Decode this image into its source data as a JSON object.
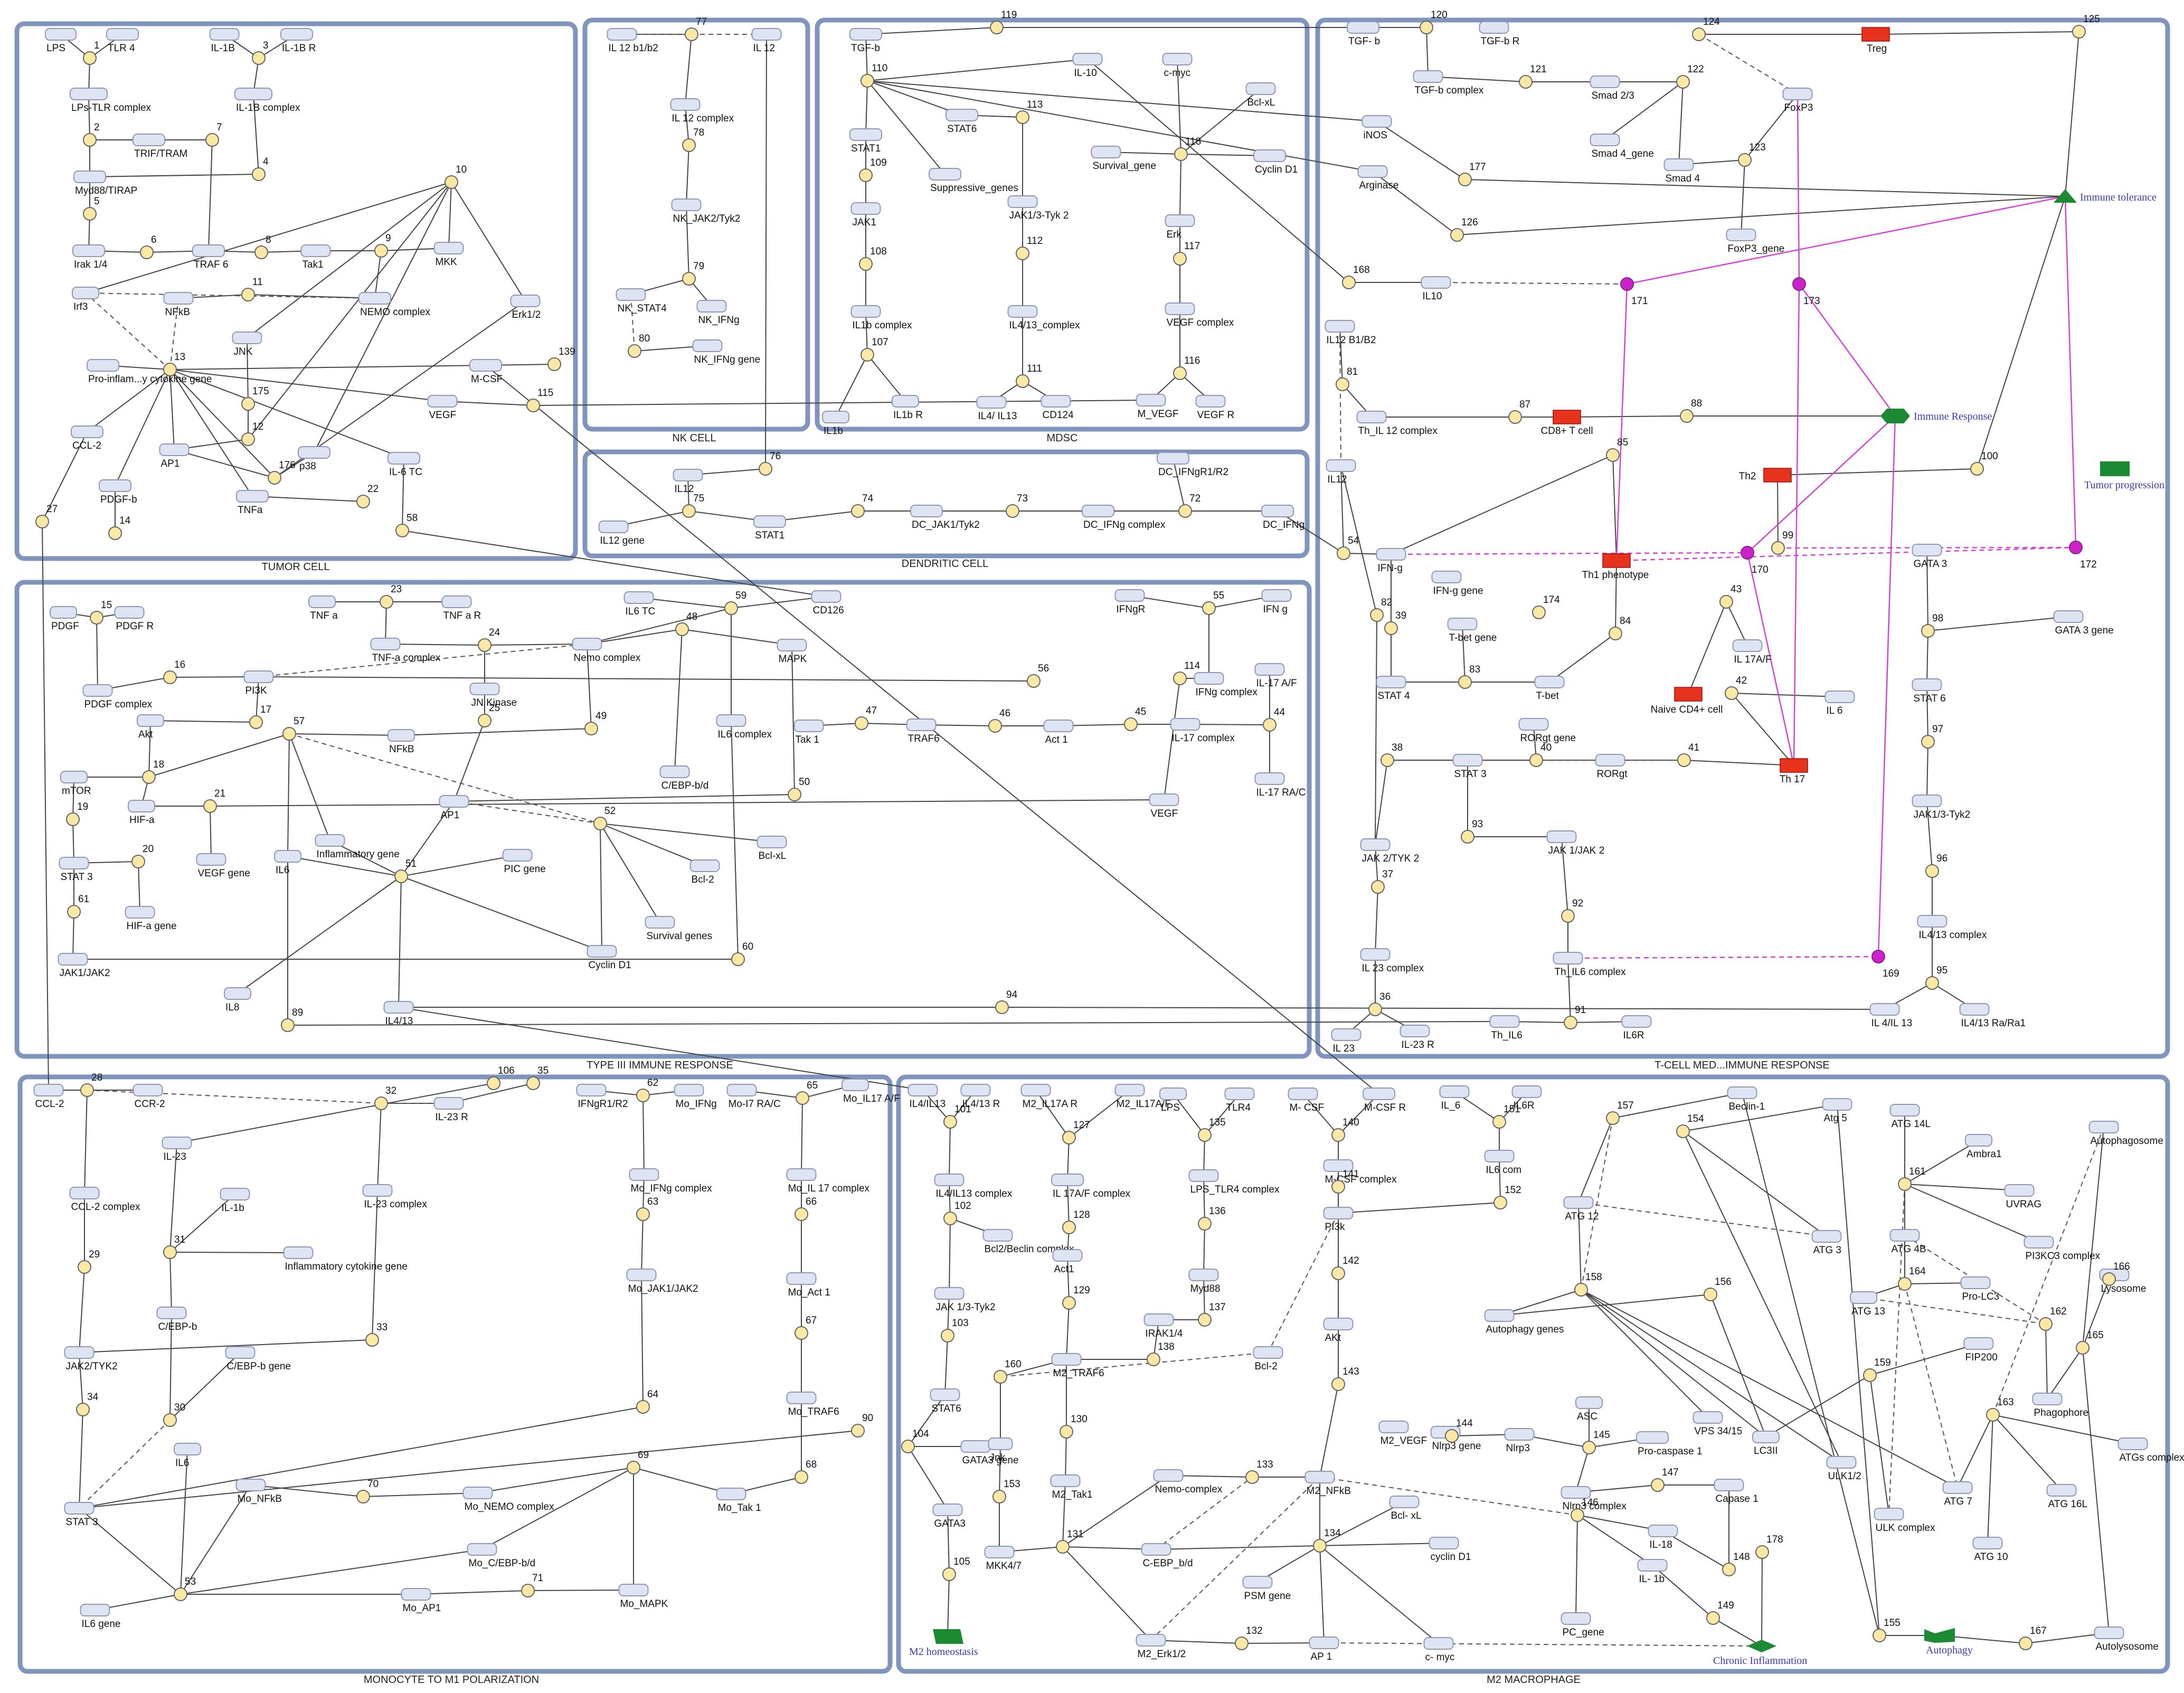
{
  "panels": [
    {
      "id": "tumor",
      "title": "TUMOR CELL",
      "title_color": "#8899bb"
    },
    {
      "id": "nk",
      "title": "NK CELL",
      "title_color": "#222222"
    },
    {
      "id": "mdsc",
      "title": "MDSC",
      "title_color": "#222222"
    },
    {
      "id": "dc",
      "title": "DENDRITIC CELL",
      "title_color": "#222222"
    },
    {
      "id": "tcell",
      "title": "T-CELL MED...IMMUNE RESPONSE",
      "title_color": "#222222"
    },
    {
      "id": "type3",
      "title": "TYPE III IMMUNE RESPONSE",
      "title_color": "#222222"
    },
    {
      "id": "mono",
      "title": "MONOCYTE TO M1 POLARIZATION",
      "title_color": "#222222"
    },
    {
      "id": "m2",
      "title": "M2 MACROPHAGE",
      "title_color": "#222222"
    }
  ],
  "nodes": [
    {
      "id": "lps",
      "label": "LPS"
    },
    {
      "id": "tlr4",
      "label": "TLR 4"
    },
    {
      "id": "lpstlr",
      "label": "LPs-TLR complex"
    },
    {
      "id": "il1b",
      "label": "IL-1B"
    },
    {
      "id": "il1br",
      "label": "IL-1B R"
    },
    {
      "id": "il1bc",
      "label": "IL-1B complex"
    },
    {
      "id": "trif",
      "label": "TRIF/TRAM"
    },
    {
      "id": "myd88",
      "label": "Myd88/TIRAP"
    },
    {
      "id": "irak",
      "label": "Irak 1/4"
    },
    {
      "id": "traf6",
      "label": "TRAF 6"
    },
    {
      "id": "tak1",
      "label": "Tak1"
    },
    {
      "id": "mkk",
      "label": "MKK"
    },
    {
      "id": "irf3",
      "label": "Irf3"
    },
    {
      "id": "nfkb_t",
      "label": "NFkB"
    },
    {
      "id": "nemo_t",
      "label": "NEMO complex"
    },
    {
      "id": "erk12",
      "label": "Erk1/2"
    },
    {
      "id": "jnk_t",
      "label": "JNK"
    },
    {
      "id": "proinf",
      "label": "Pro-inflam...y cytokine gene"
    },
    {
      "id": "mcsf_t",
      "label": "M-CSF"
    },
    {
      "id": "vegf_t",
      "label": "VEGF"
    },
    {
      "id": "ccl2_t",
      "label": "CCL-2"
    },
    {
      "id": "ap1_t",
      "label": "AP1"
    },
    {
      "id": "p38",
      "label": "p38"
    },
    {
      "id": "il6tc",
      "label": "IL-6 TC"
    },
    {
      "id": "pdgfb",
      "label": "PDGF-b"
    },
    {
      "id": "tnfa_t",
      "label": "TNFa"
    },
    {
      "id": "il12b1b2",
      "label": "IL 12 b1/b2"
    },
    {
      "id": "il12_nk",
      "label": "IL 12"
    },
    {
      "id": "il12c",
      "label": "IL 12 complex"
    },
    {
      "id": "nkjak",
      "label": "NK_JAK2/Tyk2"
    },
    {
      "id": "nkstat4",
      "label": "NK_STAT4"
    },
    {
      "id": "nkifng",
      "label": "NK_IFNg"
    },
    {
      "id": "nkifngg",
      "label": "NK_IFNg gene"
    },
    {
      "id": "tgfb_m",
      "label": "TGF-b"
    },
    {
      "id": "il10_m",
      "label": "IL-10"
    },
    {
      "id": "cmyc_m",
      "label": "c-myc"
    },
    {
      "id": "bclxl_m",
      "label": "Bcl-xL"
    },
    {
      "id": "stat6_m",
      "label": "STAT6"
    },
    {
      "id": "stat1_m",
      "label": "STAT1"
    },
    {
      "id": "suppg",
      "label": "Suppressive_genes"
    },
    {
      "id": "survg_m",
      "label": "Survival_gene"
    },
    {
      "id": "cycd1_m",
      "label": "Cyclin D1"
    },
    {
      "id": "jak1_m",
      "label": "JAK1"
    },
    {
      "id": "jak13",
      "label": "JAK1/3-Tyk 2"
    },
    {
      "id": "erk_m",
      "label": "Erk"
    },
    {
      "id": "il1bc_m",
      "label": "IL1b complex"
    },
    {
      "id": "il413c_m",
      "label": "IL4/13_complex"
    },
    {
      "id": "vegfc_m",
      "label": "VEGF complex"
    },
    {
      "id": "il1b_m",
      "label": "IL1b"
    },
    {
      "id": "il1br_m",
      "label": "IL1b R"
    },
    {
      "id": "il413_m",
      "label": "IL4/ IL13"
    },
    {
      "id": "cd124",
      "label": "CD124"
    },
    {
      "id": "mvegf",
      "label": "M_VEGF"
    },
    {
      "id": "vegfr_m",
      "label": "VEGF R"
    },
    {
      "id": "dcifngr",
      "label": "DC_IFNgR1/R2"
    },
    {
      "id": "il12_dc",
      "label": "IL12"
    },
    {
      "id": "il12g_dc",
      "label": "IL12 gene"
    },
    {
      "id": "stat1_dc",
      "label": "STAT1"
    },
    {
      "id": "dcjak",
      "label": "DC_JAK1/Tyk2"
    },
    {
      "id": "dcifngc",
      "label": "DC_IFNg complex"
    },
    {
      "id": "dcifng",
      "label": "DC_IFNg"
    },
    {
      "id": "tgfb_t",
      "label": "TGF- b"
    },
    {
      "id": "tgfbr_t",
      "label": "TGF-b R"
    },
    {
      "id": "tgfbc_t",
      "label": "TGF-b complex"
    },
    {
      "id": "smad23",
      "label": "Smad 2/3"
    },
    {
      "id": "smad4g",
      "label": "Smad 4_gene"
    },
    {
      "id": "smad4",
      "label": "Smad 4"
    },
    {
      "id": "foxp3",
      "label": "FoxP3"
    },
    {
      "id": "foxp3g",
      "label": "FoxP3_gene"
    },
    {
      "id": "inos",
      "label": "iNOS"
    },
    {
      "id": "arg",
      "label": "Arginase"
    },
    {
      "id": "il10_t",
      "label": "IL10"
    },
    {
      "id": "il12b1b2_t",
      "label": "IL12 B1/B2"
    },
    {
      "id": "thil12c",
      "label": "Th_IL 12 complex"
    },
    {
      "id": "il12_t",
      "label": "IL12"
    },
    {
      "id": "ifng_t",
      "label": "IFN-g"
    },
    {
      "id": "ifngg_t",
      "label": "IFN-g gene"
    },
    {
      "id": "tbetg",
      "label": "T-bet gene"
    },
    {
      "id": "stat4_t",
      "label": "STAT 4"
    },
    {
      "id": "tbet",
      "label": "T-bet"
    },
    {
      "id": "rorgtg",
      "label": "RORgt gene"
    },
    {
      "id": "rorgt",
      "label": "RORgt"
    },
    {
      "id": "il17af_t",
      "label": "IL 17A/F"
    },
    {
      "id": "il6_t",
      "label": "IL 6"
    },
    {
      "id": "stat3_t",
      "label": "STAT 3"
    },
    {
      "id": "jak1jak2_t",
      "label": "JAK 1/JAK 2"
    },
    {
      "id": "jak2tyk2_t",
      "label": "JAK 2/TYK 2"
    },
    {
      "id": "thil6c",
      "label": "Th_IL6 complex"
    },
    {
      "id": "il23c_t",
      "label": "IL 23 complex"
    },
    {
      "id": "il23_t",
      "label": "IL 23"
    },
    {
      "id": "il23r_t",
      "label": "IL-23 R"
    },
    {
      "id": "thil6",
      "label": "Th_IL6"
    },
    {
      "id": "il6r_t",
      "label": "IL6R"
    },
    {
      "id": "gata3_t",
      "label": "GATA 3"
    },
    {
      "id": "gata3g_t",
      "label": "GATA 3 gene"
    },
    {
      "id": "stat6_t",
      "label": "STAT 6"
    },
    {
      "id": "jak13_t",
      "label": "JAK1/3-Tyk2"
    },
    {
      "id": "il413c_t",
      "label": "IL4/13 complex"
    },
    {
      "id": "il413_t",
      "label": "IL 4/IL 13"
    },
    {
      "id": "il413r_t",
      "label": "IL4/13 Ra/Ra1"
    },
    {
      "id": "pdgf",
      "label": "PDGF"
    },
    {
      "id": "pdgfr",
      "label": "PDGF R"
    },
    {
      "id": "pdgfc",
      "label": "PDGF complex"
    },
    {
      "id": "pi3k_3",
      "label": "PI3K"
    },
    {
      "id": "akt_3",
      "label": "Akt"
    },
    {
      "id": "mtor",
      "label": "mTOR"
    },
    {
      "id": "hifa",
      "label": "HIF-a"
    },
    {
      "id": "vegfg_3",
      "label": "VEGF gene"
    },
    {
      "id": "stat3_3",
      "label": "STAT 3"
    },
    {
      "id": "hifag",
      "label": "HIF-a gene"
    },
    {
      "id": "jak12_3",
      "label": "JAK1/JAK2"
    },
    {
      "id": "il8",
      "label": "IL8"
    },
    {
      "id": "tnfa_3",
      "label": "TNF a"
    },
    {
      "id": "tnfar",
      "label": "TNF a R"
    },
    {
      "id": "tnfac",
      "label": "TNF-a complex"
    },
    {
      "id": "nemo_3",
      "label": "Nemo complex"
    },
    {
      "id": "jnk_3",
      "label": "JN Kinase"
    },
    {
      "id": "nfkb_3",
      "label": "NFkB"
    },
    {
      "id": "ap1_3",
      "label": "AP1"
    },
    {
      "id": "infg_3",
      "label": "Inflammatory gene"
    },
    {
      "id": "il6_3",
      "label": "IL6"
    },
    {
      "id": "picg",
      "label": "PIC gene"
    },
    {
      "id": "il6tc_3",
      "label": "IL6 TC"
    },
    {
      "id": "cd126",
      "label": "CD126"
    },
    {
      "id": "mapk_3",
      "label": "MAPK"
    },
    {
      "id": "il6c_3",
      "label": "IL6 complex"
    },
    {
      "id": "cebp_3",
      "label": "C/EBP-b/d"
    },
    {
      "id": "bclxl_3",
      "label": "Bcl-xL"
    },
    {
      "id": "bcl2_3",
      "label": "Bcl-2"
    },
    {
      "id": "survg_3",
      "label": "Survival genes"
    },
    {
      "id": "cycd1_3",
      "label": "Cyclin D1"
    },
    {
      "id": "il413_3",
      "label": "IL4/13"
    },
    {
      "id": "tak1_3",
      "label": "Tak 1"
    },
    {
      "id": "traf6_3",
      "label": "TRAF6"
    },
    {
      "id": "act1_3",
      "label": "Act 1"
    },
    {
      "id": "il17c_3",
      "label": "IL-17 complex"
    },
    {
      "id": "il17af_3",
      "label": "IL-17 A/F"
    },
    {
      "id": "il17ra",
      "label": "IL-17 RA/C"
    },
    {
      "id": "ifngr_3",
      "label": "IFNgR"
    },
    {
      "id": "ifng_3",
      "label": "IFN g"
    },
    {
      "id": "ifngc_3",
      "label": "IFNg complex"
    },
    {
      "id": "vegf_3",
      "label": "VEGF"
    },
    {
      "id": "ccl2_mo",
      "label": "CCL-2"
    },
    {
      "id": "ccr2",
      "label": "CCR-2"
    },
    {
      "id": "il23_mo",
      "label": "IL-23"
    },
    {
      "id": "il23r_mo",
      "label": "IL-23 R"
    },
    {
      "id": "ccl2c",
      "label": "CCL-2 complex"
    },
    {
      "id": "il1b_mo",
      "label": "IL-1b"
    },
    {
      "id": "il23c_mo",
      "label": "IL-23 complex"
    },
    {
      "id": "infcg",
      "label": "Inflammatory cytokine gene"
    },
    {
      "id": "cebpb",
      "label": "C/EBP-b"
    },
    {
      "id": "cebpbg",
      "label": "C/EBP-b gene"
    },
    {
      "id": "jak2tyk2_mo",
      "label": "JAK2/TYK2"
    },
    {
      "id": "stat3_mo",
      "label": "STAT 3"
    },
    {
      "id": "il6_mo",
      "label": "IL6"
    },
    {
      "id": "monfkb",
      "label": "Mo_NFkB"
    },
    {
      "id": "il6g_mo",
      "label": "IL6 gene"
    },
    {
      "id": "ifngr12_mo",
      "label": "IFNgR1/R2"
    },
    {
      "id": "moifng",
      "label": "Mo_IFNg"
    },
    {
      "id": "moifngc",
      "label": "Mo_IFNg complex"
    },
    {
      "id": "mojak",
      "label": "Mo_JAK1/JAK2"
    },
    {
      "id": "mo17rac",
      "label": "Mo-I7 RA/C"
    },
    {
      "id": "moil17af",
      "label": "Mo_IL17 A/F"
    },
    {
      "id": "moil17c",
      "label": "Mo_IL 17 complex"
    },
    {
      "id": "moact1",
      "label": "Mo_Act 1"
    },
    {
      "id": "motraf6",
      "label": "Mo_TRAF6"
    },
    {
      "id": "motak1",
      "label": "Mo_Tak 1"
    },
    {
      "id": "monemo",
      "label": "Mo_NEMO complex"
    },
    {
      "id": "mocebp",
      "label": "Mo_C/EBP-b/d"
    },
    {
      "id": "moap1",
      "label": "Mo_AP1"
    },
    {
      "id": "momapk",
      "label": "Mo_MAPK"
    },
    {
      "id": "m2il413",
      "label": "IL4/IL13"
    },
    {
      "id": "m2il413r",
      "label": "IL4/13 R"
    },
    {
      "id": "m2il17ar",
      "label": "M2_IL17A R"
    },
    {
      "id": "m2il17af",
      "label": "M2_IL17A/F"
    },
    {
      "id": "m2lps",
      "label": "LPS"
    },
    {
      "id": "m2tlr4",
      "label": "TLR4"
    },
    {
      "id": "m2mcsf",
      "label": "M- CSF"
    },
    {
      "id": "m2mcsfr",
      "label": "M-CSF R"
    },
    {
      "id": "m2il6",
      "label": "IL_6"
    },
    {
      "id": "m2il6r",
      "label": "IL6R"
    },
    {
      "id": "m2il413c",
      "label": "IL4/IL13 complex"
    },
    {
      "id": "m2il17c",
      "label": "IL 17A/F complex"
    },
    {
      "id": "m2lpstlr",
      "label": "LPS_TLR4 complex"
    },
    {
      "id": "m2mcsfc",
      "label": "M-CSF complex"
    },
    {
      "id": "m2il6c",
      "label": "IL6 com"
    },
    {
      "id": "bcl2bec",
      "label": "Bcl2/Beclin complex"
    },
    {
      "id": "m2act1",
      "label": "Act1"
    },
    {
      "id": "m2myd88",
      "label": "Myd88"
    },
    {
      "id": "m2pi3k",
      "label": "PI3k"
    },
    {
      "id": "m2jak",
      "label": "JAK 1/3-Tyk2"
    },
    {
      "id": "m2irak",
      "label": "IRAK1/4"
    },
    {
      "id": "m2traf6",
      "label": "M2_TRAF6"
    },
    {
      "id": "m2bcl2",
      "label": "Bcl-2"
    },
    {
      "id": "m2akt",
      "label": "AKt"
    },
    {
      "id": "m2stat6",
      "label": "STAT6"
    },
    {
      "id": "m2gata3g",
      "label": "GATA3 gene"
    },
    {
      "id": "m2gata3",
      "label": "GATA3"
    },
    {
      "id": "m2jnk",
      "label": "Jnk"
    },
    {
      "id": "m2tak1",
      "label": "M2_Tak1"
    },
    {
      "id": "m2nemo",
      "label": "Nemo-complex"
    },
    {
      "id": "m2nfkb",
      "label": "M2_NFkB"
    },
    {
      "id": "m2vegf",
      "label": "M2_VEGF"
    },
    {
      "id": "mkk47",
      "label": "MKK4/7"
    },
    {
      "id": "m2cebp",
      "label": "C-EBP_b/d"
    },
    {
      "id": "m2bclxl",
      "label": "Bcl- xL"
    },
    {
      "id": "m2cycd1",
      "label": "cyclin D1"
    },
    {
      "id": "psmg",
      "label": "PSM gene"
    },
    {
      "id": "m2erk",
      "label": "M2_Erk1/2"
    },
    {
      "id": "m2ap1",
      "label": "AP 1"
    },
    {
      "id": "m2cmyc",
      "label": "c- myc"
    },
    {
      "id": "nlrp3g",
      "label": "Nlrp3 gene"
    },
    {
      "id": "nlrp3",
      "label": "Nlrp3"
    },
    {
      "id": "asc",
      "label": "ASC"
    },
    {
      "id": "procasp",
      "label": "Pro-caspase 1"
    },
    {
      "id": "nlrp3c",
      "label": "Nlrp3 complex"
    },
    {
      "id": "casp1",
      "label": "Capase 1"
    },
    {
      "id": "il18",
      "label": "IL-18"
    },
    {
      "id": "il1b_m2",
      "label": "IL- 1b"
    },
    {
      "id": "pcg",
      "label": "PC_gene"
    },
    {
      "id": "beclin",
      "label": "Beclin-1"
    },
    {
      "id": "atg5",
      "label": "Atg 5"
    },
    {
      "id": "atg12",
      "label": "ATG 12"
    },
    {
      "id": "atg3",
      "label": "ATG 3"
    },
    {
      "id": "autog",
      "label": "Autophagy genes"
    },
    {
      "id": "vps",
      "label": "VPS 34/15"
    },
    {
      "id": "lc3ii",
      "label": "LC3II"
    },
    {
      "id": "ulk12",
      "label": "ULK1/2"
    },
    {
      "id": "atg14l",
      "label": "ATG 14L"
    },
    {
      "id": "ambra",
      "label": "Ambra1"
    },
    {
      "id": "uvrag",
      "label": "UVRAG"
    },
    {
      "id": "atg4b",
      "label": "ATG 4B"
    },
    {
      "id": "atg13",
      "label": "ATG 13"
    },
    {
      "id": "prolc3",
      "label": "Pro-LC3"
    },
    {
      "id": "pi3kc3",
      "label": "PI3KC3 complex"
    },
    {
      "id": "fip200",
      "label": "FIP200"
    },
    {
      "id": "ulkc",
      "label": "ULK complex"
    },
    {
      "id": "atg7",
      "label": "ATG 7"
    },
    {
      "id": "atg10",
      "label": "ATG 10"
    },
    {
      "id": "atg16l",
      "label": "ATG 16L"
    },
    {
      "id": "phago",
      "label": "Phagophore"
    },
    {
      "id": "atgsc",
      "label": "ATGs complex"
    },
    {
      "id": "autophs",
      "label": "Autophagosome"
    },
    {
      "id": "lyso",
      "label": "Lysosome"
    },
    {
      "id": "autolys",
      "label": "Autolysosome"
    }
  ],
  "junctions": [
    "1",
    "2",
    "3",
    "4",
    "5",
    "6",
    "7",
    "8",
    "9",
    "10",
    "11",
    "12",
    "13",
    "14",
    "15",
    "16",
    "17",
    "18",
    "19",
    "20",
    "21",
    "22",
    "23",
    "24",
    "25",
    "27",
    "28",
    "29",
    "30",
    "31",
    "32",
    "33",
    "34",
    "35",
    "36",
    "37",
    "38",
    "39",
    "40",
    "41",
    "42",
    "43",
    "44",
    "45",
    "46",
    "47",
    "48",
    "49",
    "50",
    "51",
    "52",
    "53",
    "54",
    "55",
    "56",
    "57",
    "58",
    "59",
    "60",
    "61",
    "62",
    "63",
    "64",
    "65",
    "66",
    "67",
    "68",
    "69",
    "70",
    "71",
    "72",
    "73",
    "74",
    "75",
    "76",
    "77",
    "78",
    "79",
    "80",
    "81",
    "82",
    "83",
    "84",
    "85",
    "87",
    "88",
    "89",
    "90",
    "91",
    "92",
    "93",
    "94",
    "95",
    "96",
    "97",
    "98",
    "99",
    "100",
    "101",
    "102",
    "103",
    "104",
    "105",
    "106",
    "107",
    "108",
    "109",
    "110",
    "111",
    "112",
    "113",
    "114",
    "115",
    "116",
    "117",
    "118",
    "119",
    "120",
    "121",
    "122",
    "123",
    "124",
    "125",
    "126",
    "127",
    "128",
    "129",
    "130",
    "131",
    "132",
    "133",
    "134",
    "135",
    "136",
    "137",
    "138",
    "139",
    "140",
    "141",
    "142",
    "143",
    "144",
    "145",
    "146",
    "147",
    "148",
    "149",
    "151",
    "152",
    "153",
    "154",
    "155",
    "156",
    "157",
    "158",
    "159",
    "160",
    "161",
    "162",
    "163",
    "164",
    "165",
    "166",
    "167",
    "168",
    "169",
    "170",
    "171",
    "172",
    "173",
    "174",
    "175",
    "176",
    "177",
    "178"
  ],
  "cells": [
    {
      "id": "treg",
      "label": "Treg",
      "color": "#e8331c"
    },
    {
      "id": "cd8",
      "label": "CD8+ T cell",
      "color": "#e8331c"
    },
    {
      "id": "th2",
      "label": "Th2",
      "color": "#e8331c"
    },
    {
      "id": "th1",
      "label": "Th1 phenotype",
      "color": "#e8331c"
    },
    {
      "id": "naive",
      "label": "Naive CD4+ cell",
      "color": "#e8331c"
    },
    {
      "id": "th17",
      "label": "Th 17",
      "color": "#e8331c"
    }
  ],
  "outcomes": [
    {
      "id": "tol",
      "label": "Immune tolerance",
      "shape": "triangle",
      "color": "#1b8a32"
    },
    {
      "id": "resp",
      "label": "Immune Response",
      "shape": "hexagon",
      "color": "#1b8a32"
    },
    {
      "id": "prog",
      "label": "Tumor progression",
      "shape": "rect",
      "color": "#1b8a32"
    },
    {
      "id": "m2h",
      "label": "M2 homeostasis",
      "shape": "parallelogram",
      "color": "#1b8a32"
    },
    {
      "id": "chronic",
      "label": "Chronic Inflammation",
      "shape": "diamond",
      "color": "#1b8a32"
    },
    {
      "id": "autoph",
      "label": "Autophagy",
      "shape": "flag",
      "color": "#1b8a32"
    }
  ]
}
